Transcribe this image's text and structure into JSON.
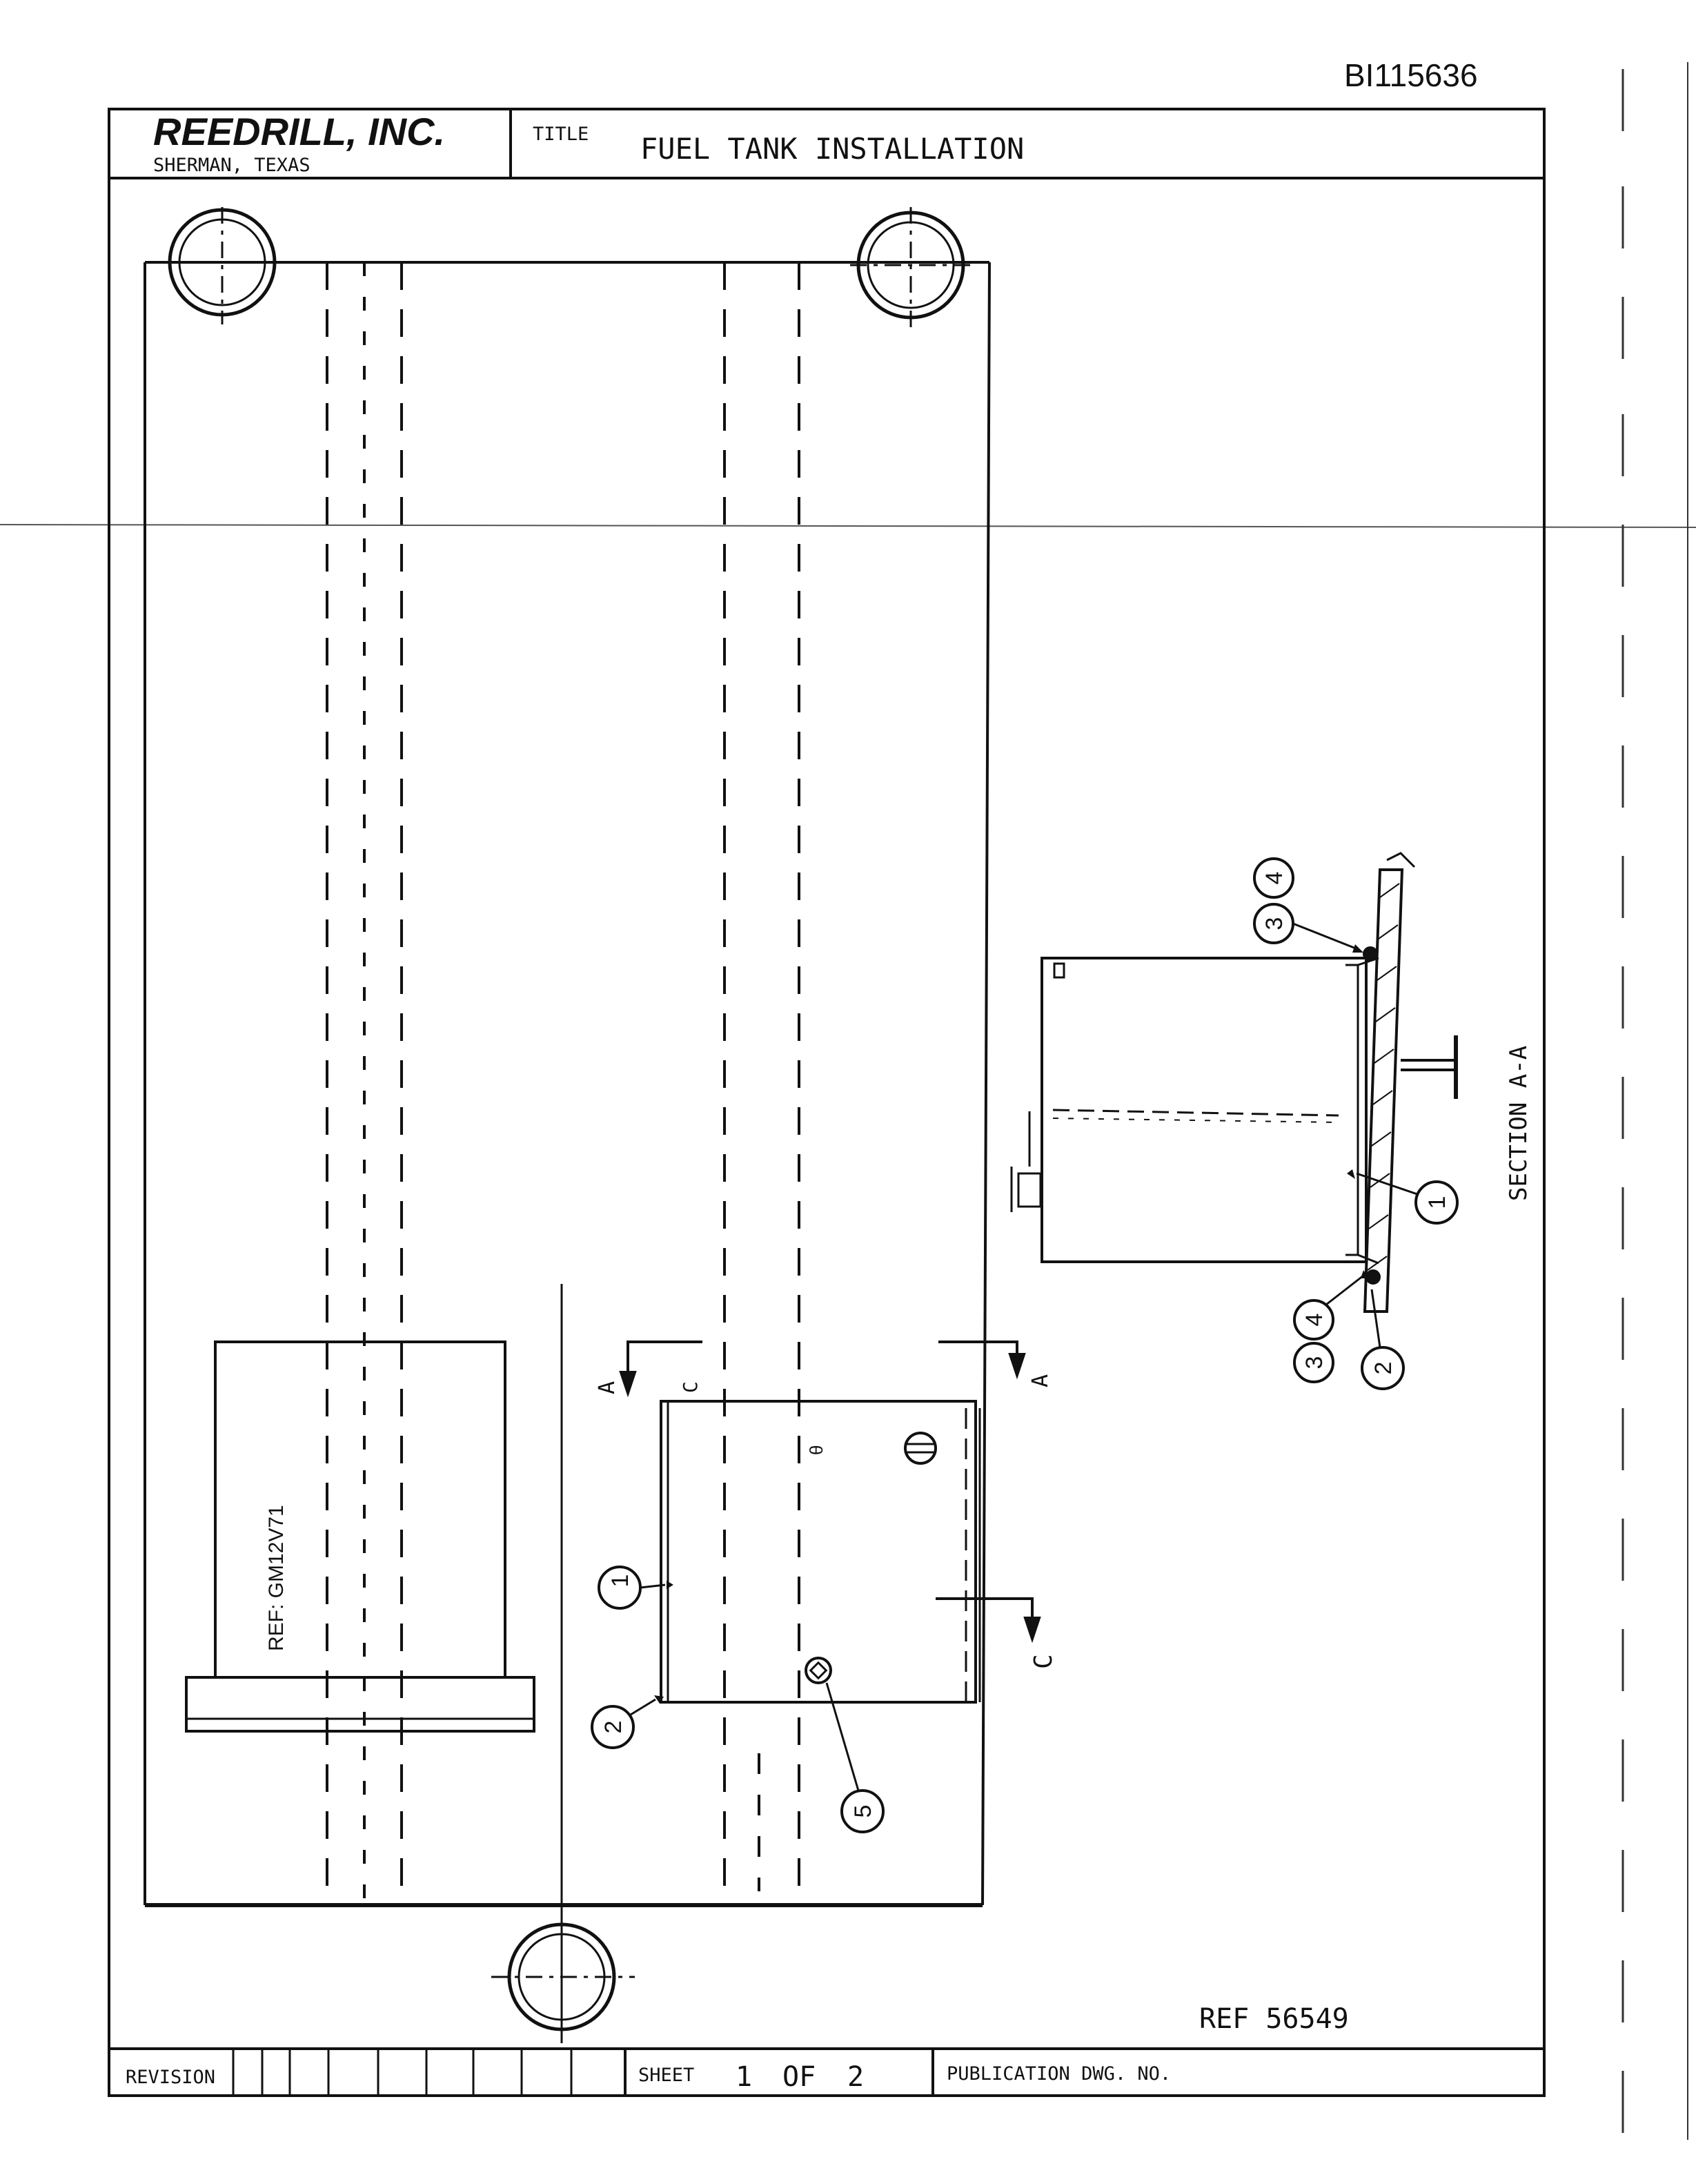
{
  "doc_id": "BI115636",
  "title_block": {
    "company": "REEDRILL, INC.",
    "location": "SHERMAN, TEXAS",
    "title_label": "TITLE",
    "title": "FUEL TANK INSTALLATION"
  },
  "drawing": {
    "ref_label": "REF: GM12V71",
    "section_marker": "A",
    "section_c_marker": "C",
    "c_mark": "C",
    "section_title": "SECTION A-A",
    "callouts": [
      "1",
      "2",
      "3",
      "4",
      "5"
    ]
  },
  "footer": {
    "ref_number": "REF 56549",
    "revision_label": "REVISION",
    "sheet_label": "SHEET",
    "sheet_current": "1",
    "sheet_of": "OF",
    "sheet_total": "2",
    "publication_label": "PUBLICATION DWG. NO."
  },
  "colors": {
    "ink": "#111111",
    "paper": "#ffffff"
  }
}
